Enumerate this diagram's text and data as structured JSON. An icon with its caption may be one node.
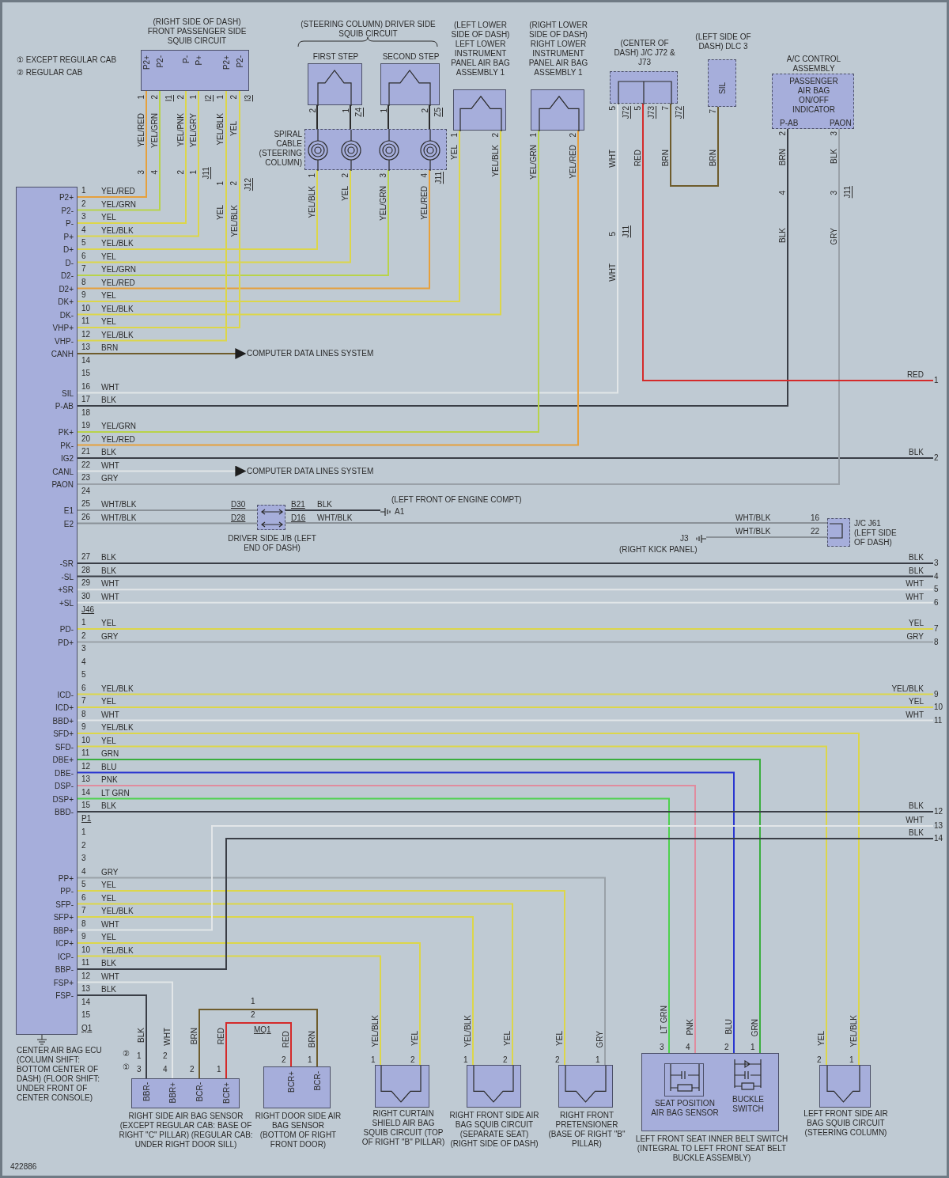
{
  "diagram": {
    "nodes": [
      {
        "text": [
          "P2+",
          "P2-",
          "P-",
          "P+",
          "D+",
          "D-",
          "D2-",
          "D2+",
          "DK+",
          "DK-",
          "VHP+",
          "VHP-",
          "CANH",
          "SIL",
          "P-AB",
          "PK+",
          "PK-",
          "IG2",
          "CANL",
          "PAON",
          "E1",
          "E2",
          "-SR",
          "-SL",
          "+SR",
          "+SL",
          "PD-",
          "PD+",
          "ICD-",
          "ICD+",
          "BBD+",
          "SFD+",
          "SFD-",
          "DBE+",
          "DBE-",
          "DSP-",
          "DSP+",
          "BBD-",
          "PP+",
          "PP-",
          "SFP-",
          "SFP+",
          "BBP+",
          "ICP+",
          "ICP-",
          "BBP-",
          "FSP+",
          "FSP-",
          "CENTER AIR BAG ECU (COLUMN SHIFT: BOTTOM CENTER OF DASH) (FLOOR SHIFT: UNDER FRONT OF CENTER CONSOLE)"
        ]
      },
      {
        "text": [
          "(RIGHT SIDE OF DASH) FRONT PASSENGER SIDE SQUIB CIRCUIT",
          "P2+",
          "P2-",
          "P-",
          "P+",
          "P2+",
          "P2-"
        ]
      },
      {
        "text": [
          "FIRST STEP"
        ]
      },
      {
        "text": [
          "SECOND STEP"
        ]
      },
      {
        "text": [
          "SPIRAL CABLE (STEERING COLUMN)"
        ]
      },
      {
        "text": [
          "(LEFT LOWER SIDE OF DASH) LEFT LOWER INSTRUMENT PANEL AIR BAG ASSEMBLY 1"
        ]
      },
      {
        "text": [
          "(RIGHT LOWER SIDE OF DASH) RIGHT LOWER INSTRUMENT PANEL AIR BAG ASSEMBLY 1"
        ]
      },
      {
        "text": [
          "(CENTER OF DASH) J/C J72 & J73"
        ]
      },
      {
        "text": [
          "(LEFT SIDE OF DASH) DLC 3",
          "SIL"
        ]
      },
      {
        "text": [
          "A/C CONTROL ASSEMBLY",
          "PASSENGER AIR BAG ON/OFF INDICATOR",
          "P-AB",
          "PAON"
        ]
      },
      {
        "text": [
          "DRIVER SIDE J/B (LEFT END OF DASH)"
        ]
      },
      {
        "text": [
          "A1"
        ],
        "beside": [
          "(LEFT FRONT OF ENGINE COMPT)"
        ]
      },
      {
        "text": [
          "J/C J61 (LEFT SIDE OF DASH)"
        ]
      },
      {
        "text": [
          "J3"
        ],
        "beside": [
          "(RIGHT KICK PANEL)"
        ]
      },
      {
        "text": [
          "COMPUTER DATA LINES SYSTEM"
        ]
      },
      {
        "text": [
          "COMPUTER DATA LINES SYSTEM"
        ]
      },
      {
        "text": [
          "BBR-",
          "BBR+",
          "BCR-",
          "BCR+",
          "RIGHT SIDE AIR BAG SENSOR (EXCEPT REGULAR CAB: BASE OF RIGHT \"C\" PILLAR) (REGULAR CAB: UNDER RIGHT DOOR SILL)"
        ]
      },
      {
        "text": [
          "BCR+",
          "BCR-",
          "RIGHT DOOR SIDE AIR BAG SENSOR (BOTTOM OF RIGHT FRONT DOOR)"
        ]
      },
      {
        "text": [
          "RIGHT CURTAIN SHIELD AIR BAG SQUIB CIRCUIT (TOP OF RIGHT \"B\" PILLAR)"
        ]
      },
      {
        "text": [
          "RIGHT FRONT SIDE AIR BAG SQUIB CIRCUIT (SEPARATE SEAT) (RIGHT SIDE OF DASH)"
        ]
      },
      {
        "text": [
          "RIGHT FRONT PRETENSIONER (BASE OF RIGHT \"B\" PILLAR)"
        ]
      },
      {
        "text": [
          "LEFT FRONT SEAT INNER BELT SWITCH (INTEGRAL TO LEFT FRONT SEAT BELT BUCKLE ASSEMBLY)"
        ]
      },
      {
        "text": [
          "SEAT POSITION AIR BAG SENSOR"
        ],
        "in": 21
      },
      {
        "text": [
          "BUCKLE SWITCH"
        ],
        "in": 21
      },
      {
        "text": [
          "LEFT FRONT SIDE AIR BAG SQUIB CIRCUIT (STEERING COLUMN)"
        ]
      },
      {
        "text": [
          "1"
        ]
      },
      {
        "text": [
          "2"
        ]
      },
      {
        "text": [
          "3"
        ]
      },
      {
        "text": [
          "4"
        ]
      },
      {
        "text": [
          "5"
        ]
      },
      {
        "text": [
          "6"
        ]
      },
      {
        "text": [
          "7"
        ]
      },
      {
        "text": [
          "8"
        ]
      },
      {
        "text": [
          "9"
        ]
      },
      {
        "text": [
          "10"
        ]
      },
      {
        "text": [
          "11"
        ]
      },
      {
        "text": [
          "12"
        ]
      },
      {
        "text": [
          "13"
        ]
      },
      {
        "text": [
          "14"
        ]
      }
    ],
    "edges": [
      {
        "from": 0,
        "to": 1,
        "arrow": "none",
        "label": "YEL/RED",
        "color": "#e6a03c"
      },
      {
        "from": 0,
        "to": 1,
        "arrow": "none",
        "label": "YEL/GRN",
        "color": "#b8d34a"
      },
      {
        "from": 0,
        "to": 1,
        "arrow": "none",
        "label": "YEL"
      },
      {
        "from": 0,
        "to": 1,
        "arrow": "none",
        "label": "YEL/BLK"
      },
      {
        "from": 0,
        "to": 4,
        "arrow": "none",
        "label": "YEL/BLK"
      },
      {
        "from": 0,
        "to": 4,
        "arrow": "none",
        "label": "YEL"
      },
      {
        "from": 0,
        "to": 4,
        "arrow": "none",
        "label": "YEL/GRN",
        "color": "#b8d34a"
      },
      {
        "from": 0,
        "to": 4,
        "arrow": "none",
        "label": "YEL/RED",
        "color": "#e6a03c"
      },
      {
        "from": 0,
        "to": 5,
        "arrow": "none",
        "label": "YEL"
      },
      {
        "from": 0,
        "to": 5,
        "arrow": "none",
        "label": "YEL/BLK"
      },
      {
        "from": 0,
        "to": 1,
        "arrow": "none",
        "label": "YEL"
      },
      {
        "from": 0,
        "to": 1,
        "arrow": "none",
        "label": "YEL/BLK"
      },
      {
        "from": 0,
        "to": 14,
        "arrow": "to",
        "label": "BRN",
        "color": "#6e5c2c"
      },
      {
        "from": 0,
        "to": 7,
        "arrow": "none",
        "label": "WHT",
        "color": "#e2e6e8"
      },
      {
        "from": 0,
        "to": 9,
        "arrow": "none",
        "label": "BLK",
        "color": "#3a3e46"
      },
      {
        "from": 0,
        "to": 6,
        "arrow": "none",
        "label": "YEL/GRN",
        "color": "#b8d34a"
      },
      {
        "from": 0,
        "to": 6,
        "arrow": "none",
        "label": "YEL/RED",
        "color": "#e6a03c"
      },
      {
        "from": 0,
        "to": 26,
        "arrow": "none",
        "label": "BLK",
        "color": "#3a3e46"
      },
      {
        "from": 0,
        "to": 15,
        "arrow": "to",
        "label": "WHT",
        "color": "#e2e6e8"
      },
      {
        "from": 0,
        "to": 9,
        "arrow": "none",
        "label": "GRY",
        "color": "#9aa1a8"
      },
      {
        "from": 0,
        "to": 10,
        "arrow": "none",
        "label": "WHT/BLK",
        "color": "#8a9198"
      },
      {
        "from": 0,
        "to": 10,
        "arrow": "none",
        "label": "WHT/BLK",
        "color": "#8a9198"
      },
      {
        "from": 0,
        "to": 27,
        "arrow": "none",
        "label": "BLK",
        "color": "#3a3e46"
      },
      {
        "from": 0,
        "to": 28,
        "arrow": "none",
        "label": "BLK",
        "color": "#3a3e46"
      },
      {
        "from": 0,
        "to": 29,
        "arrow": "none",
        "label": "WHT",
        "color": "#e2e6e8"
      },
      {
        "from": 0,
        "to": 30,
        "arrow": "none",
        "label": "WHT",
        "color": "#e2e6e8"
      },
      {
        "from": 0,
        "to": 31,
        "arrow": "none",
        "label": "YEL"
      },
      {
        "from": 0,
        "to": 32,
        "arrow": "none",
        "label": "GRY",
        "color": "#9aa1a8"
      },
      {
        "from": 0,
        "to": 33,
        "arrow": "none",
        "label": "YEL/BLK"
      },
      {
        "from": 0,
        "to": 34,
        "arrow": "none",
        "label": "YEL"
      },
      {
        "from": 0,
        "to": 35,
        "arrow": "none",
        "label": "WHT",
        "color": "#e2e6e8"
      },
      {
        "from": 0,
        "to": 24,
        "arrow": "none",
        "label": "YEL/BLK"
      },
      {
        "from": 0,
        "to": 24,
        "arrow": "none",
        "label": "YEL"
      },
      {
        "from": 0,
        "to": 23,
        "arrow": "none",
        "label": "GRN",
        "color": "#3aae3e"
      },
      {
        "from": 0,
        "to": 23,
        "arrow": "none",
        "label": "BLU",
        "color": "#2a36d0"
      },
      {
        "from": 0,
        "to": 22,
        "arrow": "none",
        "label": "PNK",
        "color": "#e08c9e"
      },
      {
        "from": 0,
        "to": 22,
        "arrow": "none",
        "label": "LT GRN",
        "color": "#4ed24e"
      },
      {
        "from": 0,
        "to": 36,
        "arrow": "none",
        "label": "BLK",
        "color": "#3a3e46"
      },
      {
        "from": 0,
        "to": 20,
        "arrow": "none",
        "label": "GRY",
        "color": "#9aa1a8"
      },
      {
        "from": 0,
        "to": 20,
        "arrow": "none",
        "label": "YEL"
      },
      {
        "from": 0,
        "to": 19,
        "arrow": "none",
        "label": "YEL"
      },
      {
        "from": 0,
        "to": 19,
        "arrow": "none",
        "label": "YEL/BLK"
      },
      {
        "from": 0,
        "to": 37,
        "arrow": "none",
        "label": "WHT",
        "color": "#e2e6e8"
      },
      {
        "from": 0,
        "to": 18,
        "arrow": "none",
        "label": "YEL"
      },
      {
        "from": 0,
        "to": 18,
        "arrow": "none",
        "label": "YEL/BLK"
      },
      {
        "from": 0,
        "to": 38,
        "arrow": "none",
        "label": "BLK",
        "color": "#3a3e46"
      },
      {
        "from": 0,
        "to": 16,
        "arrow": "none",
        "label": "WHT",
        "color": "#e2e6e8"
      },
      {
        "from": 0,
        "to": 16,
        "arrow": "none",
        "label": "BLK",
        "color": "#3a3e46"
      },
      {
        "from": 4,
        "to": 2,
        "arrow": "none",
        "color": "#2b2b2b"
      },
      {
        "from": 4,
        "to": 2,
        "arrow": "none",
        "color": "#2b2b2b"
      },
      {
        "from": 4,
        "to": 3,
        "arrow": "none",
        "color": "#2b2b2b"
      },
      {
        "from": 4,
        "to": 3,
        "arrow": "none",
        "color": "#2b2b2b"
      },
      {
        "from": 7,
        "to": 25,
        "arrow": "none",
        "label": "RED",
        "color": "#d42a2a"
      },
      {
        "from": 7,
        "to": 8,
        "arrow": "none",
        "label": "BRN",
        "color": "#6e5c2c"
      },
      {
        "from": 10,
        "to": 11,
        "arrow": "none",
        "label": "BLK",
        "color": "#3a3e46"
      },
      {
        "from": 10,
        "to": 12,
        "arrow": "none",
        "label": "WHT/BLK",
        "color": "#8a9198"
      },
      {
        "from": 12,
        "to": 13,
        "arrow": "none",
        "label": "WHT/BLK",
        "color": "#8a9198"
      },
      {
        "from": 16,
        "to": 17,
        "arrow": "none",
        "label": "BRN",
        "color": "#6e5c2c"
      },
      {
        "from": 16,
        "to": 17,
        "arrow": "none",
        "label": "RED",
        "color": "#d42a2a"
      }
    ],
    "labels": [
      "1",
      "2",
      "3",
      "4",
      "5",
      "6",
      "7",
      "8",
      "9",
      "10",
      "11",
      "12",
      "13",
      "14",
      "15",
      "16",
      "17",
      "18",
      "19",
      "20",
      "21",
      "22",
      "23",
      "24",
      "25",
      "26",
      "27",
      "28",
      "29",
      "30",
      "J46",
      "1",
      "2",
      "3",
      "4",
      "5",
      "6",
      "7",
      "8",
      "9",
      "10",
      "11",
      "12",
      "13",
      "14",
      "15",
      "P1",
      "1",
      "2",
      "3",
      "4",
      "5",
      "6",
      "7",
      "8",
      "9",
      "10",
      "11",
      "12",
      "13",
      "14",
      "15",
      "Q1",
      "① EXCEPT REGULAR CAB",
      "② REGULAR CAB",
      "(STEERING COLUMN) DRIVER SIDE SQUIB CIRCUIT",
      "1",
      "2",
      "I1",
      "2",
      "1",
      "I2",
      "1",
      "2",
      "I3",
      "YEL/RED",
      "YEL/GRN",
      "YEL/PNK",
      "YEL/GRY",
      "YEL/BLK",
      "YEL",
      "3",
      "4",
      "2",
      "1",
      "J11",
      "1",
      "2",
      "J12",
      "YEL",
      "YEL/BLK",
      "2",
      "1",
      "Z4",
      "1",
      "2",
      "Z5",
      "1",
      "2",
      "3",
      "4",
      "J11",
      "YEL/BLK",
      "YEL",
      "YEL/GRN",
      "YEL/RED",
      "1",
      "YEL",
      "2",
      "YEL/BLK",
      "1",
      "YEL/GRN",
      "2",
      "YEL/RED",
      "5",
      "J72",
      "5",
      "J73",
      "7",
      "J72",
      "WHT",
      "7",
      "BRN",
      "2",
      "BRN",
      "3",
      "BLK",
      "4",
      "3",
      "J11",
      "BLK",
      "GRY",
      "5",
      "J11",
      "WHT",
      "RED",
      "BLK",
      "D30",
      "D28",
      "B21",
      "D16",
      "WHT/BLK",
      "16",
      "22",
      "BLK",
      "BLK",
      "WHT",
      "WHT",
      "YEL",
      "GRY",
      "YEL/BLK",
      "YEL",
      "WHT",
      "BLK",
      "WHT",
      "BLK",
      "BLK",
      "WHT",
      "②",
      "1",
      "2",
      "①",
      "3",
      "4",
      "2",
      "1",
      "1",
      "2",
      "MQ1",
      "RED",
      "BRN",
      "2",
      "1",
      "YEL/BLK",
      "1",
      "YEL",
      "2",
      "YEL/BLK",
      "1",
      "YEL",
      "2",
      "YEL",
      "2",
      "GRY",
      "1",
      "LT GRN",
      "3",
      "PNK",
      "4",
      "BLU",
      "2",
      "GRN",
      "1",
      "YEL",
      "2",
      "YEL/BLK",
      "1",
      "422886"
    ]
  }
}
